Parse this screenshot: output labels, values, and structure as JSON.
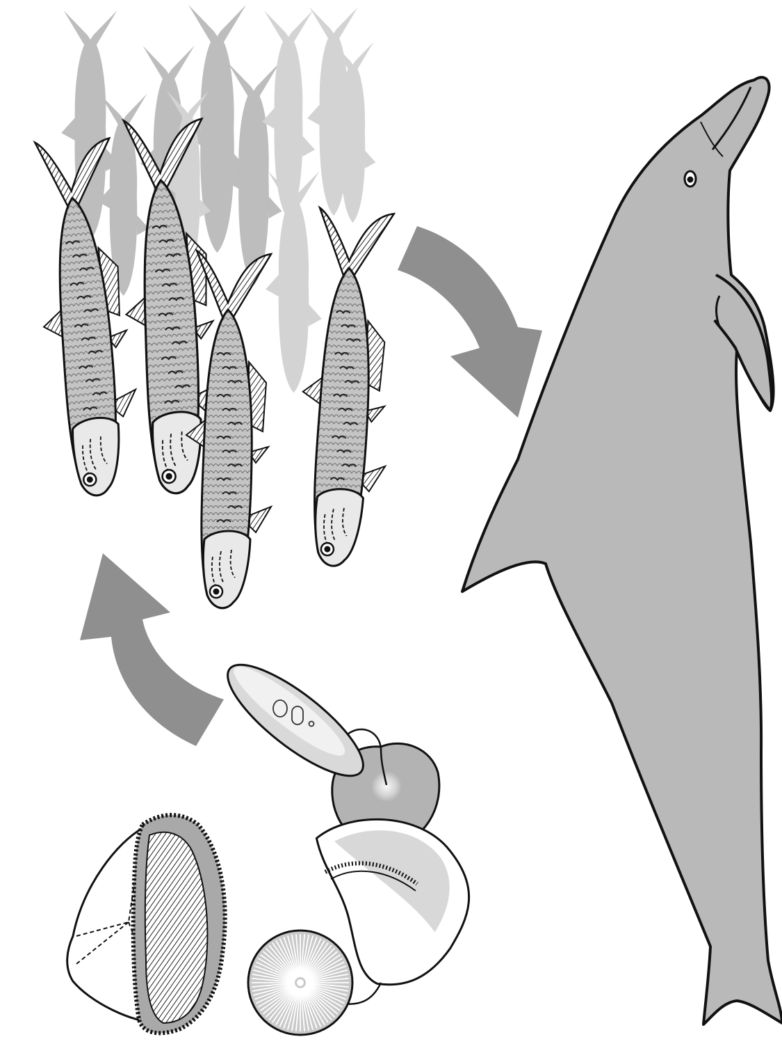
{
  "diagram": {
    "kind": "marine food chain illustration",
    "text_labels": [],
    "colors": {
      "background": "#ffffff",
      "outline": "#111111",
      "dolphin_fill": "#b9b9b9",
      "arrow_fill": "#8f8f8f",
      "school_shadow_dark": "#bdbdbd",
      "school_shadow_light": "#d6d6d6",
      "fish_scales": "#9a9a9a",
      "fish_scale_marks": "#333333",
      "plankton_fill": "#b3b3b3",
      "plankton_light": "#e6e6e6"
    },
    "organisms": [
      {
        "name": "dolphin",
        "count": 1
      },
      {
        "name": "fish",
        "count": 4
      },
      {
        "name": "fish-school-silhouette",
        "count": 10
      },
      {
        "name": "plankton",
        "count": 5
      }
    ],
    "arrows": [
      {
        "name": "fish-to-dolphin-arrow",
        "icon": "curved-arrow-down-right"
      },
      {
        "name": "plankton-to-fish-arrow",
        "icon": "curved-arrow-up-left"
      }
    ]
  }
}
